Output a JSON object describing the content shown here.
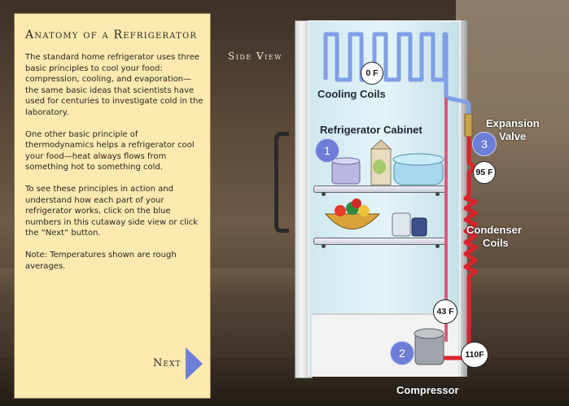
{
  "panel": {
    "title": "Anatomy of a Refrigerator",
    "paragraphs": [
      "The standard home refrigerator uses three basic principles to cool your food: compression, cooling, and evaporation—the same basic ideas that scientists have used for centuries to investigate cold in the laboratory.",
      "One other basic principle of thermodynamics helps a refrigerator cool your food—heat always flows from something hot to something cold.",
      "To see these principles in action and understand how each part of your refrigerator works, click on the blue numbers in this cutaway side view or click the “Next” button.",
      "Note: Temperatures shown are rough averages."
    ],
    "next_label": "Next"
  },
  "diagram": {
    "view_label": "Side View",
    "labels": {
      "cooling_coils": "Cooling Coils",
      "cabinet": "Refrigerator Cabinet",
      "expansion_valve_line1": "Expansion",
      "expansion_valve_line2": "Valve",
      "condenser_line1": "Condenser",
      "condenser_line2": "Coils",
      "compressor": "Compressor"
    },
    "temps": {
      "coils": "0 F",
      "after_valve": "95 F",
      "return": "43 F",
      "compressor_out": "110F"
    },
    "hotspots": [
      "1",
      "2",
      "3"
    ],
    "colors": {
      "hotspot": "#6e7ed8",
      "cold_pipe": "#7f9fe6",
      "hot_pipe": "#d9232b",
      "warm_pipe": "#d85b7a"
    }
  }
}
